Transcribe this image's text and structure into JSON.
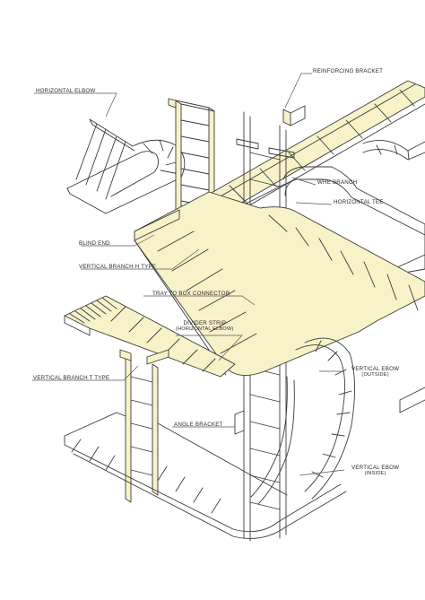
{
  "labels": {
    "reinforcing_bracket": "REINFORCING BRACKET",
    "horizontal_elbow": "HORIZONTAL ELBOW",
    "wye_branch": "WHE BRANCH",
    "horizontal_tee": "HORIZONTAL TEE",
    "blind_end": "BLIND END",
    "vertical_branch_h": "VERTICAL BRANCH H TYPE",
    "tray_to_box": "TRAY TO BOX CONNECTOR",
    "divider_strip": "DIVIDER STRIP",
    "divider_strip_sub": "(HORIZONTAL ELBOW)",
    "vertical_branch_t": "VERTICAL BRANCH T TYPE",
    "vertical_elbow_outside": "VERTICAL EBOW",
    "vertical_elbow_outside_sub": "(OUTSIDE)",
    "angle_bracket": "ANGLE BRACKET",
    "vertical_elbow_inside": "VERTICAL EBOW",
    "vertical_elbow_inside_sub": "(INSIDE)"
  },
  "colors": {
    "tray_fill": "#f7f2c8",
    "line": "#3a3a3a",
    "leader": "#555555"
  }
}
